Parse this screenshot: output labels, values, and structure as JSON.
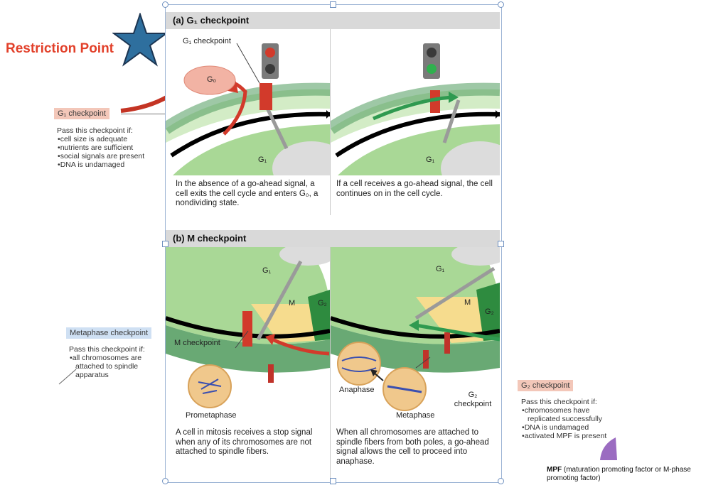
{
  "slide": {
    "title": "Restriction Point"
  },
  "side_notes": {
    "g1": {
      "tag": "G₁ checkpoint",
      "intro": "Pass this checkpoint if:",
      "items": [
        "cell size is adequate",
        "nutrients are sufficient",
        "social signals are present",
        "DNA is undamaged"
      ]
    },
    "metaphase": {
      "tag": "Metaphase checkpoint",
      "intro": "Pass this checkpoint if:",
      "items": [
        "all chromosomes are attached to spindle apparatus"
      ]
    },
    "g2": {
      "tag": "G₂ checkpoint",
      "intro": "Pass this checkpoint if:",
      "items": [
        "chromosomes have replicated successfully",
        "DNA is undamaged",
        "activated MPF is present"
      ]
    }
  },
  "figure": {
    "panel_a": {
      "header": "(a) G₁ checkpoint",
      "left": {
        "checkpoint_label": "G₁ checkpoint",
        "g0_label": "G₀",
        "g1_label": "G₁",
        "caption": "In the absence of a go-ahead signal, a cell exits the cell cycle and enters G₀, a nondividing state."
      },
      "right": {
        "g1_label": "G₁",
        "caption": "If a cell receives a go-ahead signal, the cell continues on in the cell cycle."
      }
    },
    "panel_b": {
      "header": "(b) M checkpoint",
      "left": {
        "g1_label": "G₁",
        "m_label": "M",
        "g2_label": "G₂",
        "checkpoint_label": "M checkpoint",
        "stage_label": "Prometaphase",
        "caption": "A cell in mitosis receives a stop signal when any of its chromosomes are not attached to spindle fibers."
      },
      "right": {
        "g1_label": "G₁",
        "m_label": "M",
        "g2_label": "G₂",
        "anaphase_label": "Anaphase",
        "metaphase_label": "Metaphase",
        "g2_checkpoint_label": "G₂ checkpoint",
        "caption": "When all chromosomes are attached to spindle fibers from both poles, a go-ahead signal allows the cell to proceed into anaphase."
      }
    }
  },
  "footnote": {
    "bold": "MPF",
    "rest": " (maturation promoting factor or M-phase promoting factor)"
  },
  "colors": {
    "title_red": "#e2402a",
    "ring_green": "#8cc47a",
    "ring_dark": "#4f9a5c",
    "checkpoint_red": "#d23a2b",
    "star_blue": "#2e6f9e"
  }
}
